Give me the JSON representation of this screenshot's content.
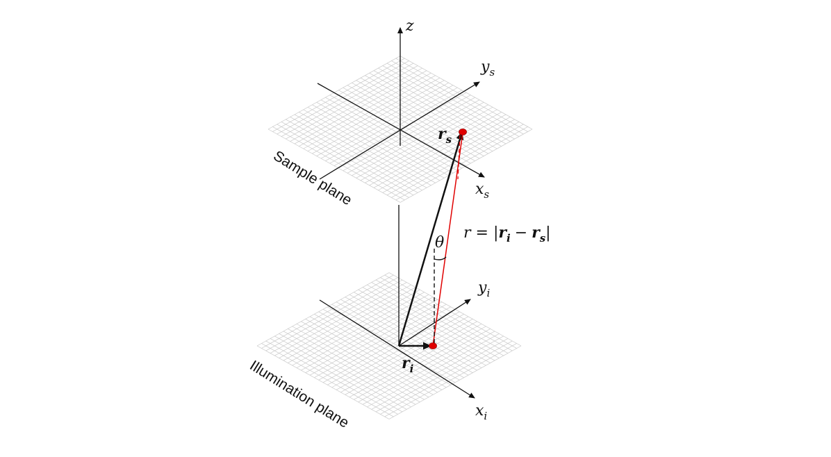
{
  "sample_plane": {
    "label": "Sample plane",
    "x_axis": {
      "var": "x",
      "sub": "s"
    },
    "y_axis": {
      "var": "y",
      "sub": "s"
    },
    "point": {
      "var": "r",
      "sub": "s"
    }
  },
  "illumination_plane": {
    "label": "Illumination plane",
    "x_axis": {
      "var": "x",
      "sub": "i"
    },
    "y_axis": {
      "var": "y",
      "sub": "i"
    },
    "point": {
      "var": "r",
      "sub": "i"
    }
  },
  "z_axis": {
    "var": "z"
  },
  "angle": {
    "symbol": "θ"
  },
  "distance": {
    "lhs": "r",
    "eq": "=",
    "bar": "|",
    "minus": "−",
    "var": "r",
    "sub_a": "i",
    "sub_b": "s"
  },
  "colors": {
    "grid": "#c8c8c8",
    "axis": "#111111",
    "highlight": "#e00000"
  }
}
